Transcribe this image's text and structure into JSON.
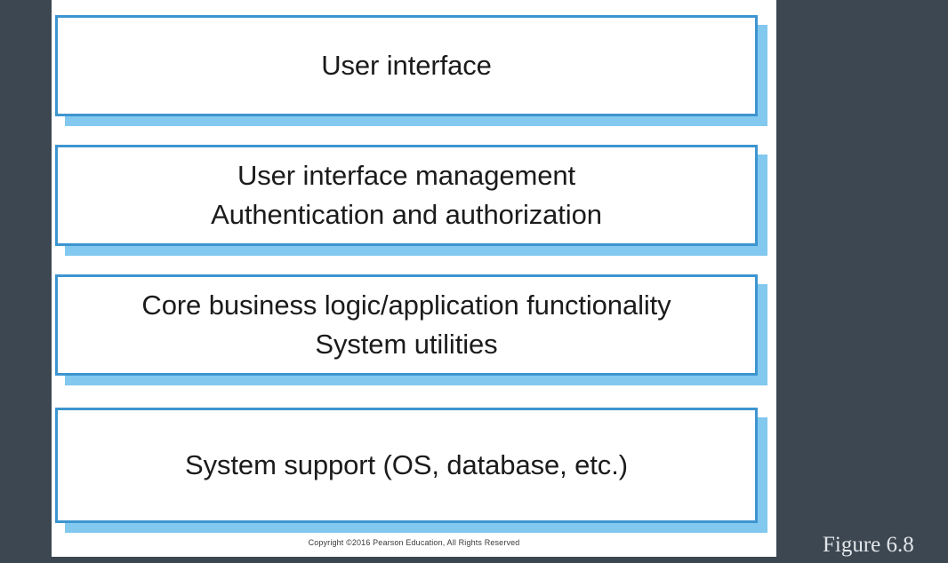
{
  "background_color": "#3c4752",
  "slide": {
    "background_color": "#ffffff",
    "box_border_color": "#3d95d0",
    "box_shadow_color": "#82c8ef",
    "text_color": "#1b1b1b"
  },
  "diagram_data": {
    "type": "layered-stack",
    "title": "Figure 6.8",
    "orientation": "vertical",
    "layer_count": 4,
    "layers": [
      {
        "index": 1,
        "name": "user-interface",
        "lines": [
          "User interface"
        ],
        "text": "User interface"
      },
      {
        "index": 2,
        "name": "user-interface-management",
        "lines": [
          "User interface management",
          "Authentication and authorization"
        ],
        "text": "User interface management\nAuthentication and authorization"
      },
      {
        "index": 3,
        "name": "core-business-logic",
        "lines": [
          "Core business logic/application functionality",
          "System utilities"
        ],
        "text": "Core business logic/application functionality\nSystem utilities"
      },
      {
        "index": 4,
        "name": "system-support",
        "lines": [
          "System support (OS, database, etc.)"
        ],
        "text": "System support (OS, database, etc.)"
      }
    ]
  },
  "footer": {
    "copyright": "Copyright ©2016 Pearson Education, All Rights Reserved"
  },
  "caption": {
    "label": "Figure 6.8"
  }
}
